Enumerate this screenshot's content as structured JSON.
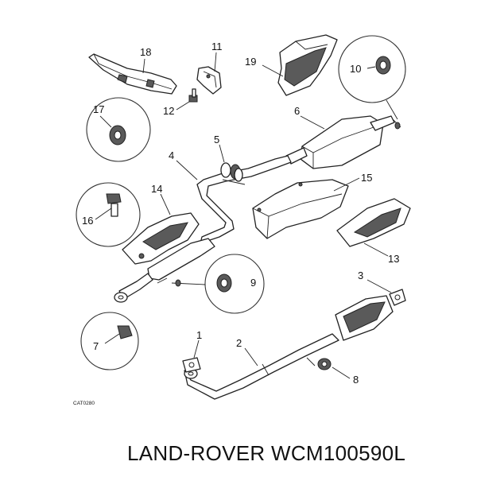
{
  "callouts": {
    "c1": "1",
    "c2": "2",
    "c3": "3",
    "c4": "4",
    "c5": "5",
    "c6": "6",
    "c7": "7",
    "c8": "8",
    "c9": "9",
    "c10": "10",
    "c11": "11",
    "c12": "12",
    "c13": "13",
    "c14": "14",
    "c15": "15",
    "c16": "16",
    "c17": "17",
    "c18": "18",
    "c19": "19"
  },
  "catalog_code": "CAT0280",
  "caption": "LAND-ROVER WCM100590L"
}
